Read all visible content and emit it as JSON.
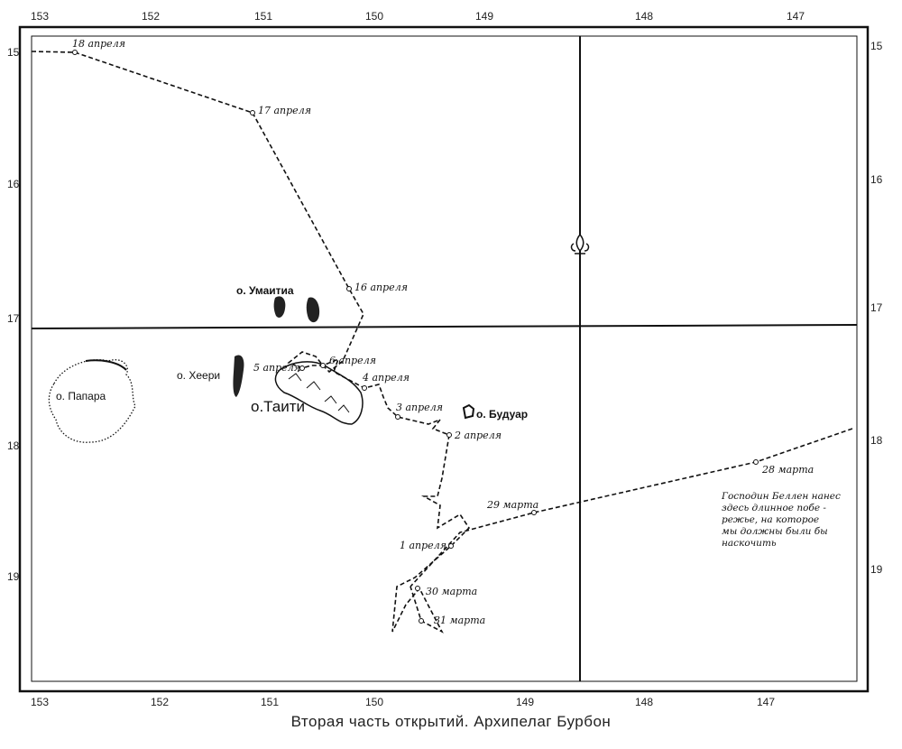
{
  "map": {
    "caption": "Вторая часть открытий. Архипелаг Бурбон",
    "longitude_ticks_top": [
      "153",
      "152",
      "151",
      "150",
      "149",
      "148",
      "147"
    ],
    "longitude_ticks_bottom": [
      "153",
      "152",
      "151",
      "150",
      "149",
      "148",
      "147"
    ],
    "latitude_ticks_left": [
      "15",
      "16",
      "17",
      "18",
      "19"
    ],
    "latitude_ticks_right": [
      "15",
      "16",
      "17",
      "18",
      "19"
    ],
    "islands": {
      "umaitia": "о. Умаитиа",
      "heeri": "о. Хеери",
      "papara": "о. Папара",
      "tahiti": "о.Таити",
      "boudoir": "о. Будуар"
    },
    "dates": {
      "apr18": "18 апреля",
      "apr17": "17 апреля",
      "apr16": "16 апреля",
      "apr6": "6 апреля",
      "apr5": "5 апреля",
      "apr4": "4 апреля",
      "apr3": "3 апреля",
      "apr2": "2 апреля",
      "apr1": "1 апреля",
      "mar28": "28 марта",
      "mar29": "29 марта",
      "mar30": "30 марта",
      "mar31": "31 марта"
    },
    "note_lines": [
      "Господин Беллен нанес",
      "здесь длинное побе -",
      "режье, на которое",
      "мы должны были бы",
      "наскочить"
    ]
  }
}
